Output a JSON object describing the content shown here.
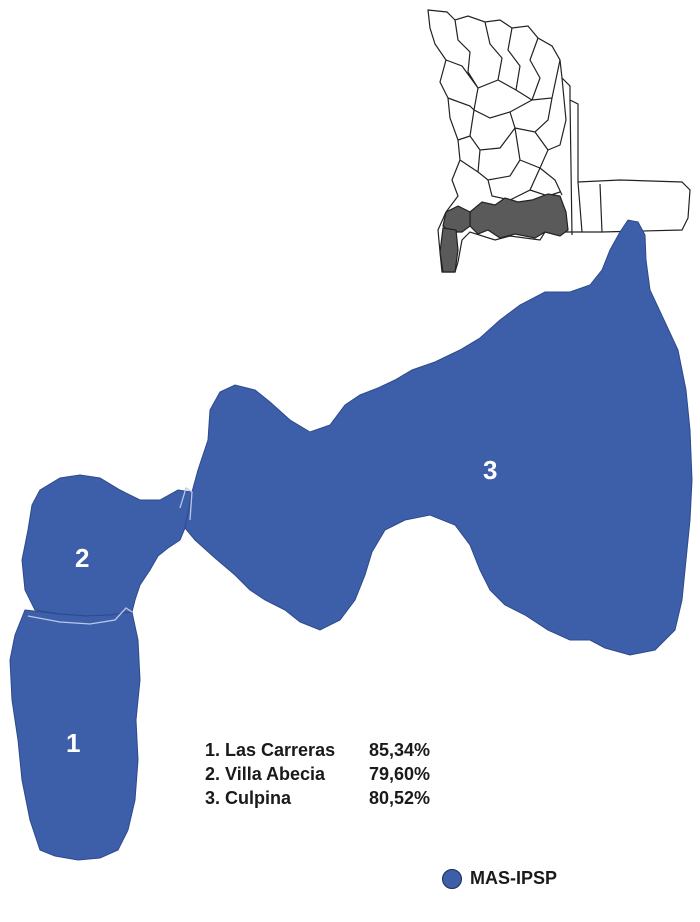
{
  "colors": {
    "party_fill": "#3d5ea8",
    "locator_highlight": "#5a5a5a",
    "locator_outline": "#222222"
  },
  "locator_map": {
    "highlighted_municipalities": [
      "Las Carreras",
      "Villa Abecia",
      "Culpina"
    ]
  },
  "regions": [
    {
      "number": "1",
      "name": "Las Carreras",
      "party": "MAS-IPSP"
    },
    {
      "number": "2",
      "name": "Villa Abecia",
      "party": "MAS-IPSP"
    },
    {
      "number": "3",
      "name": "Culpina",
      "party": "MAS-IPSP"
    }
  ],
  "results": [
    {
      "label": "1. Las Carreras",
      "percent": "85,34%"
    },
    {
      "label": "2. Villa Abecia",
      "percent": "79,60%"
    },
    {
      "label": "3. Culpina",
      "percent": "80,52%"
    }
  ],
  "legend": {
    "label": "MAS-IPSP",
    "color": "#3d5ea8"
  }
}
